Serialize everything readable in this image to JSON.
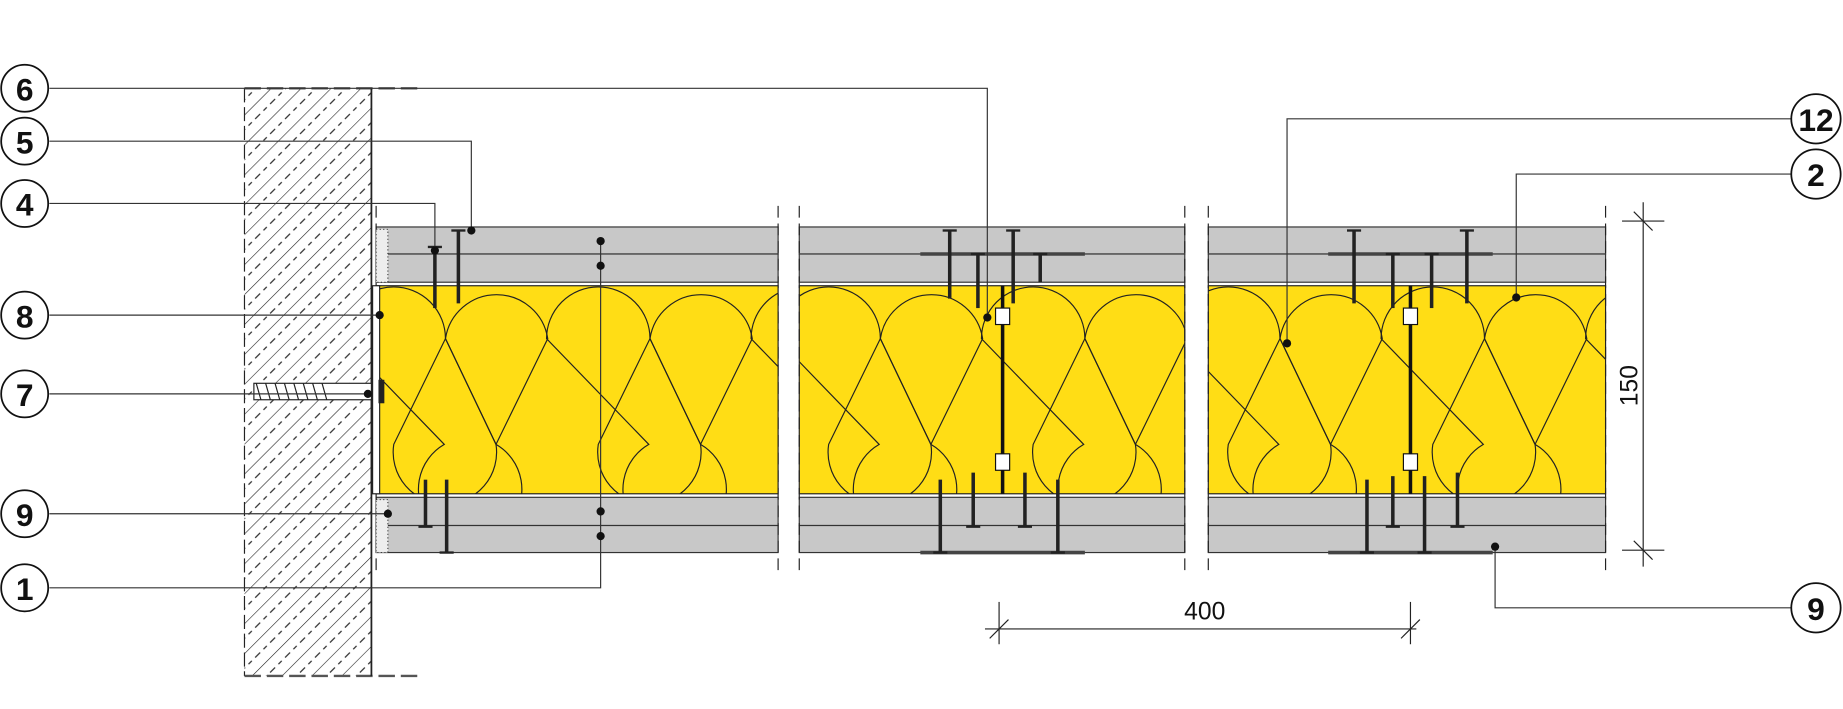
{
  "callouts_left": [
    "6",
    "5",
    "4",
    "8",
    "7",
    "9",
    "1"
  ],
  "callouts_right": [
    "12",
    "2",
    "9"
  ],
  "dimensions": {
    "horizontal": "400",
    "vertical": "150"
  },
  "colors": {
    "insulation": "#FFDD15",
    "board": "#C8C8C8",
    "line": "#111111"
  }
}
